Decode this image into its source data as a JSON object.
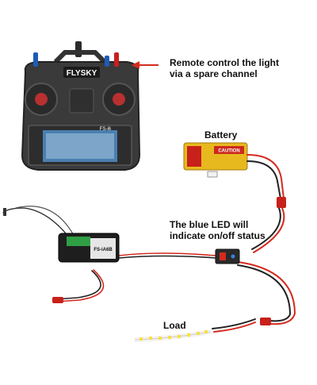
{
  "annotations": {
    "remote": {
      "line1": "Remote control the light",
      "line2": "via a spare channel"
    },
    "battery": "Battery",
    "led": {
      "line1": "The blue LED will",
      "line2": "indicate on/off status"
    },
    "load": "Load"
  },
  "device_text": {
    "brand": "FLYSKY",
    "model": "FS-i6",
    "battery_warning": "CAUTION",
    "receiver_model": "FS-iA6B"
  },
  "colors": {
    "wire_red": "#d42a1e",
    "wire_black": "#222222",
    "arrow_red": "#d42a1e",
    "lcd": "#4a7fb0"
  }
}
